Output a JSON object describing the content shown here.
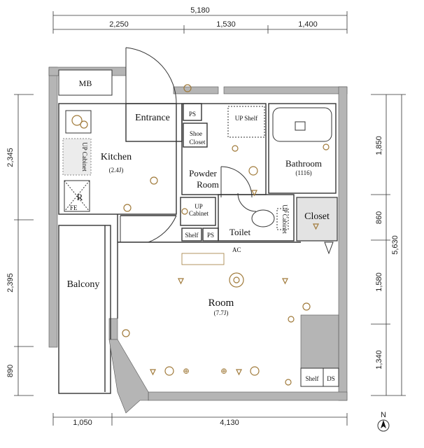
{
  "dimensions": {
    "top_total": "5,180",
    "top_parts": [
      "2,250",
      "1,530",
      "1,400"
    ],
    "bottom_parts": [
      "1,050",
      "4,130"
    ],
    "left_parts": [
      "2,345",
      "2,395",
      "890"
    ],
    "right_parts": [
      "1,850",
      "860",
      "1,580",
      "1,340"
    ],
    "right_total": "5,630"
  },
  "rooms": {
    "mb": "MB",
    "entrance": "Entrance",
    "ps_upper": "PS",
    "shoe_closet_1": "Shoe",
    "shoe_closet_2": "Closet",
    "kitchen": "Kitchen",
    "kitchen_size": "(2.4J)",
    "up_cabinet_kitchen": "UP Cabinet",
    "refrigerator": "R",
    "powder_room_1": "Powder",
    "powder_room_2": "Room",
    "up_shelf": "UP Shelf",
    "bathroom": "Bathroom",
    "bathroom_size": "(1116)",
    "up_cabinet_powder_1": "UP",
    "up_cabinet_powder_2": "Cabinet",
    "toilet": "Toilet",
    "up_cabinet_toilet": "UP Cabinet",
    "closet": "Closet",
    "shelf_upper": "Shelf",
    "ps_lower": "PS",
    "balcony": "Balcony",
    "room": "Room",
    "room_size": "(7.7J)",
    "shelf_lower": "Shelf",
    "ds": "DS",
    "ac": "AC",
    "fe": "FE"
  },
  "compass": {
    "label": "N"
  },
  "colors": {
    "wall": "#b5b5b5",
    "closet_fill": "#e3e3e3",
    "fixture": "#a07a3a",
    "line": "#333333"
  }
}
